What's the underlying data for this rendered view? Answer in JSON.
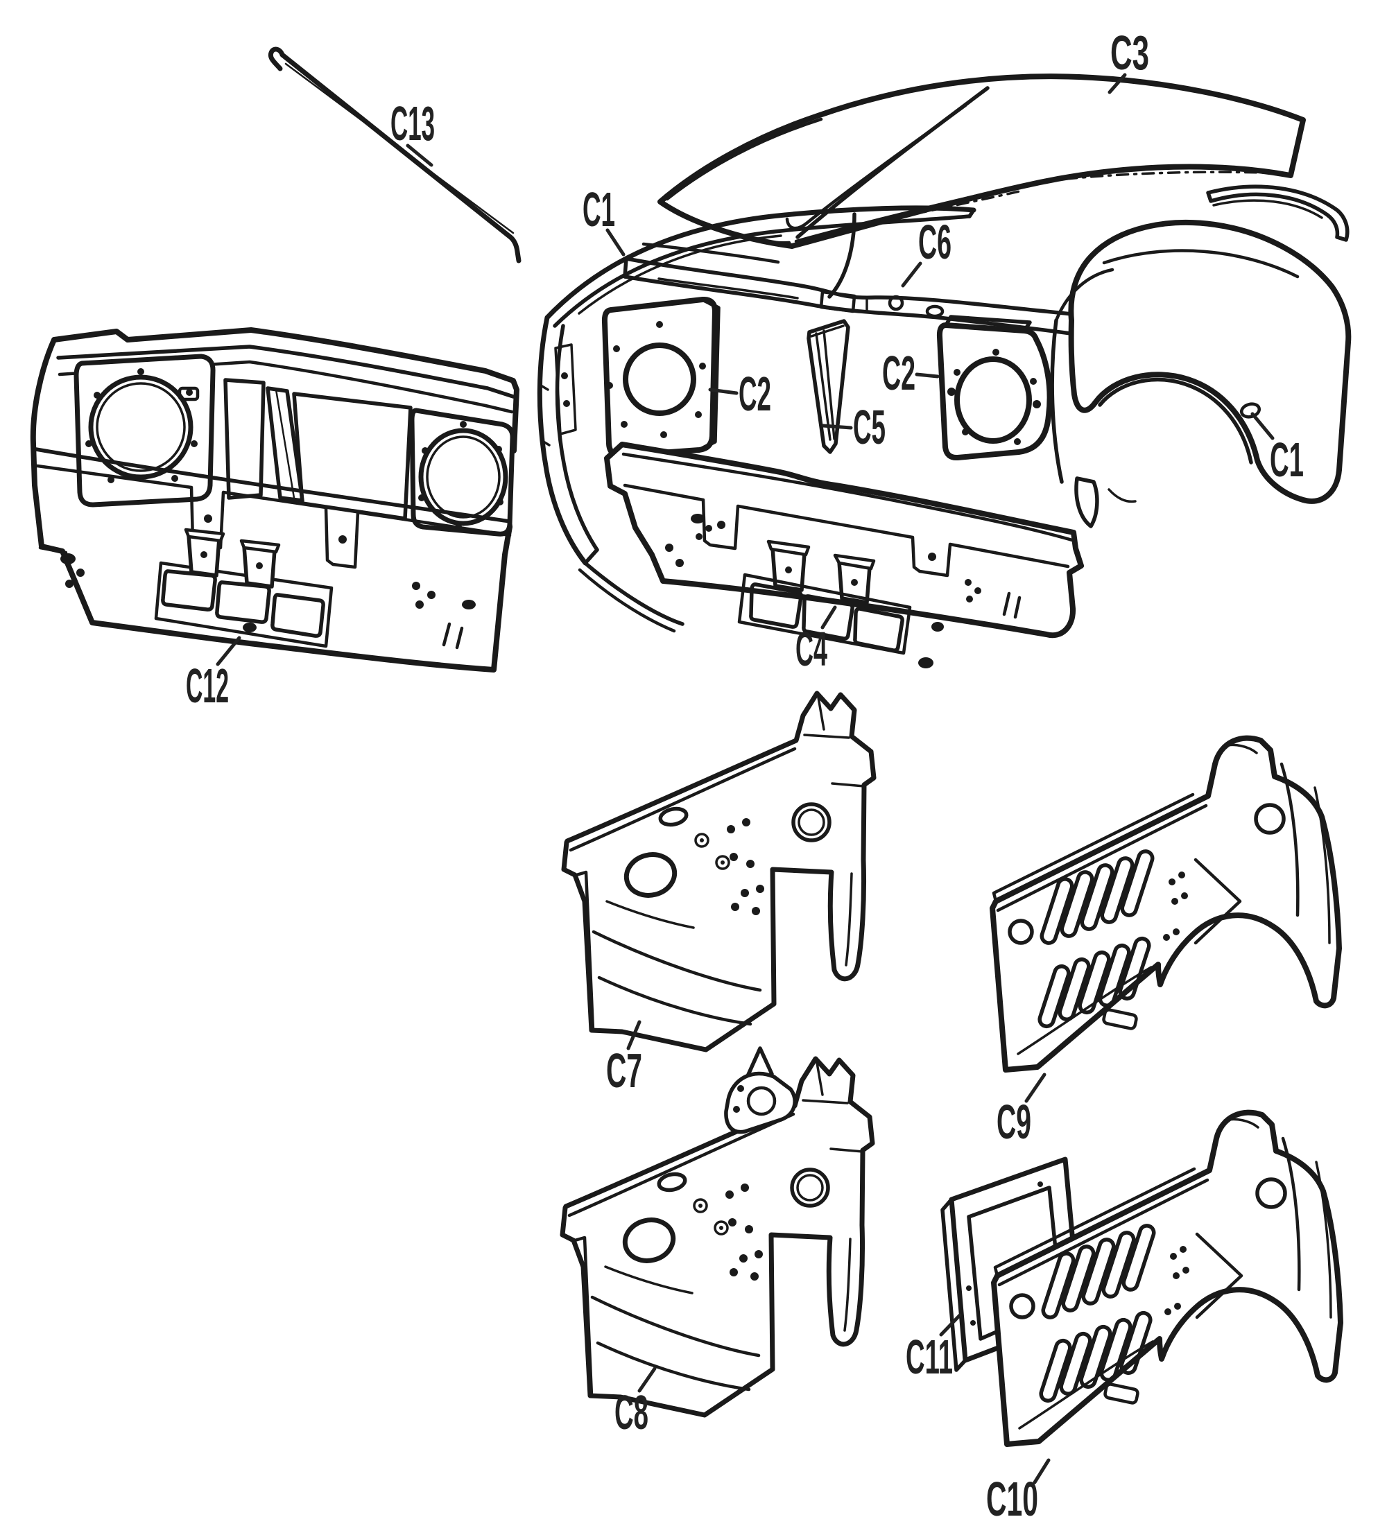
{
  "diagram": {
    "type": "exploded-parts-line-drawing",
    "ink_color": "#1a1a1a",
    "label_color": "#222222",
    "background_color": "#ffffff",
    "callouts": [
      {
        "id": "c13",
        "label": "C13"
      },
      {
        "id": "c3",
        "label": "C3"
      },
      {
        "id": "c1-scuttle",
        "label": "C1"
      },
      {
        "id": "c6",
        "label": "C6"
      },
      {
        "id": "c2-left",
        "label": "C2"
      },
      {
        "id": "c2-right",
        "label": "C2"
      },
      {
        "id": "c5",
        "label": "C5"
      },
      {
        "id": "c4",
        "label": "C4"
      },
      {
        "id": "c1-wing",
        "label": "C1"
      },
      {
        "id": "c12",
        "label": "C12"
      },
      {
        "id": "c7",
        "label": "C7"
      },
      {
        "id": "c9",
        "label": "C9"
      },
      {
        "id": "c8",
        "label": "C8"
      },
      {
        "id": "c11",
        "label": "C11"
      },
      {
        "id": "c10",
        "label": "C10"
      }
    ]
  }
}
